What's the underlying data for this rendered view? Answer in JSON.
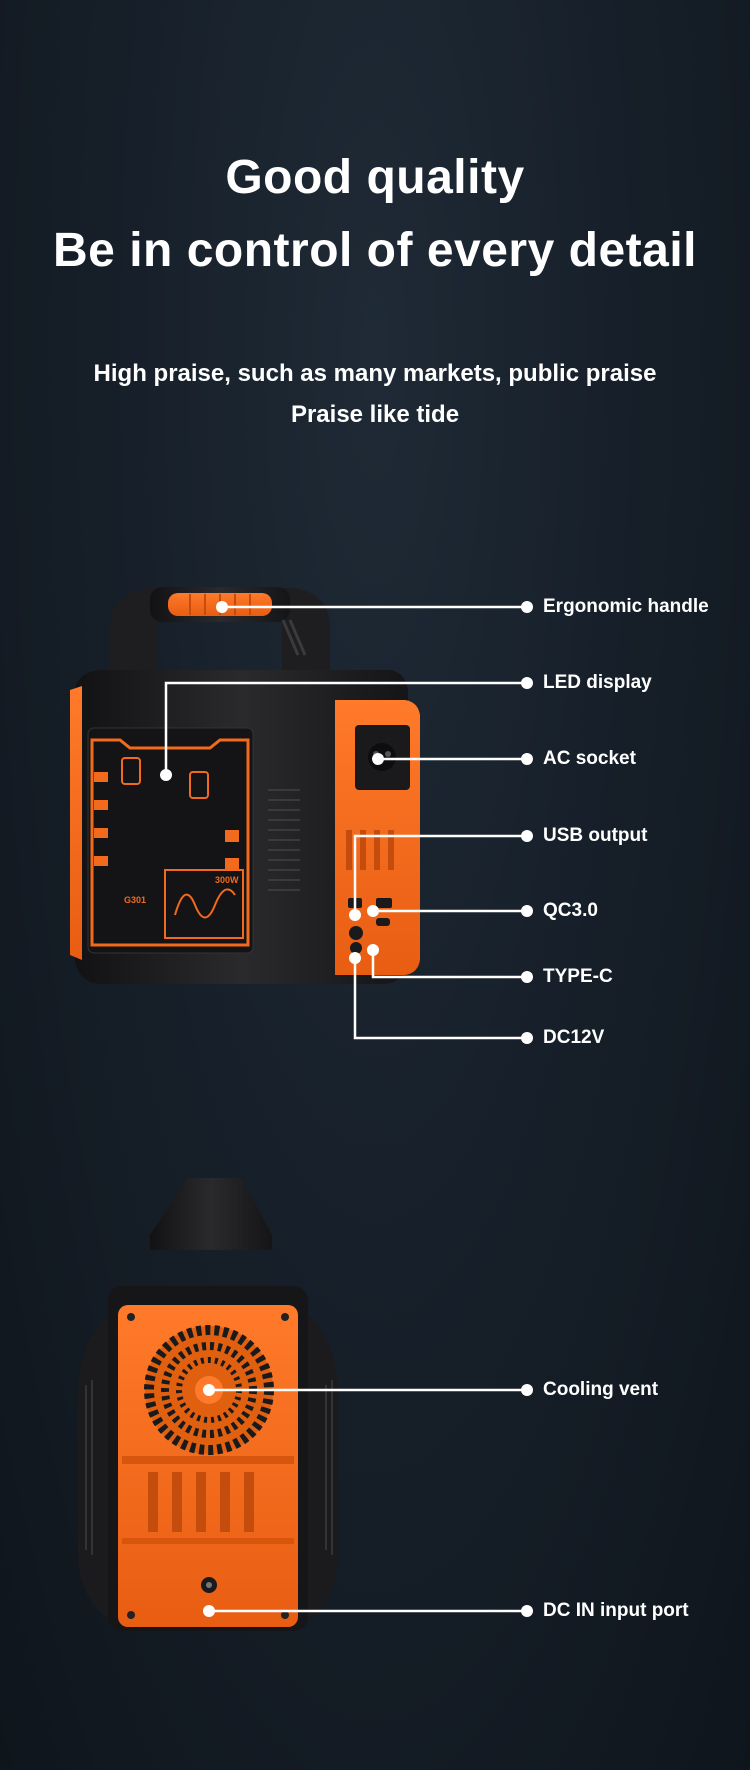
{
  "header": {
    "title_line1": "Good quality",
    "title_line2": "Be in control of every detail",
    "subtitle_line1": "High praise, such as many markets, public praise",
    "subtitle_line2": "Praise like tide"
  },
  "device_front": {
    "model_label": "G301",
    "power_label": "300W",
    "callouts": [
      "Ergonomic handle",
      "LED display",
      "AC socket",
      "USB output",
      "QC3.0",
      "TYPE-C",
      "DC12V"
    ]
  },
  "device_back": {
    "callouts": [
      "Cooling vent",
      "DC IN input port"
    ]
  },
  "colors": {
    "accent_orange": "#f26a1b",
    "body_black": "#1c1c1e",
    "background": "#17202a"
  }
}
